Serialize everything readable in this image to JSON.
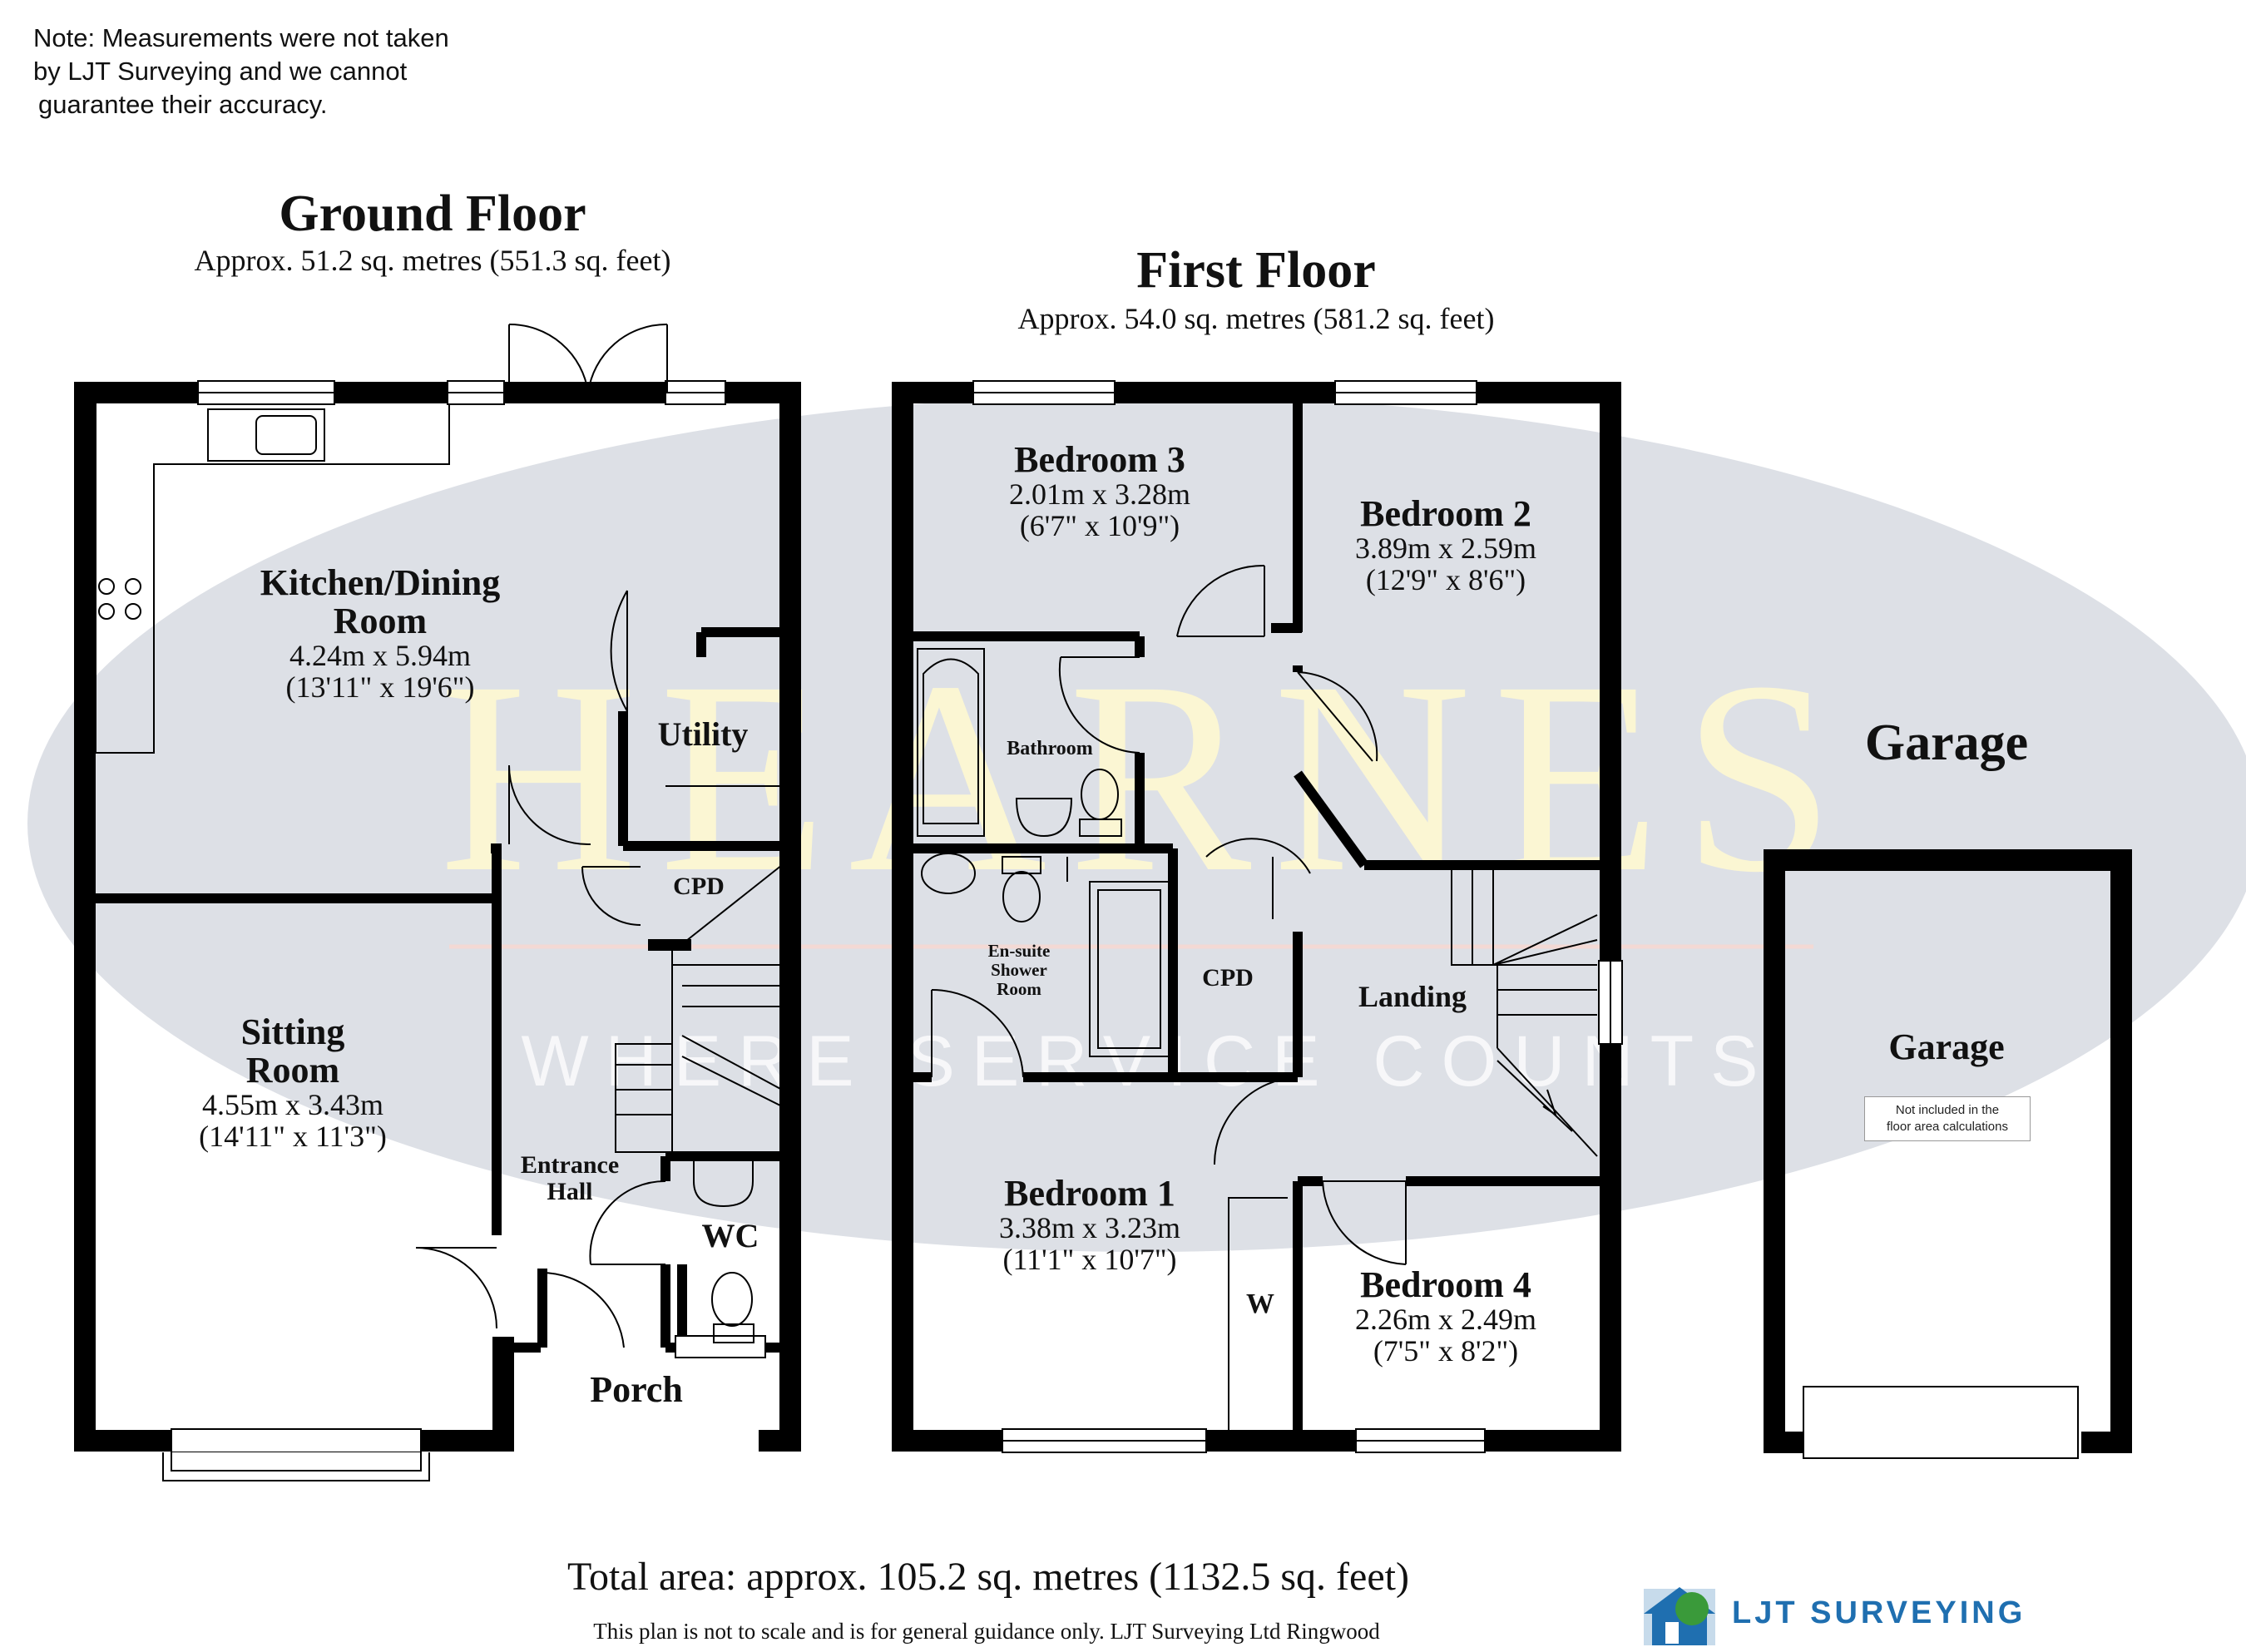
{
  "note": {
    "line1": "Note: Measurements were not taken",
    "line2": "by LJT Surveying and we cannot",
    "line3": "guarantee their accuracy."
  },
  "watermark": {
    "name": "HEARNES",
    "tagline": "WHERE SERVICE COUNTS"
  },
  "ground_floor": {
    "title": "Ground Floor",
    "area": "Approx. 51.2 sq. metres (551.3 sq. feet)",
    "rooms": {
      "kitchen": {
        "name_line1": "Kitchen/Dining",
        "name_line2": "Room",
        "metric": "4.24m x 5.94m",
        "imperial": "(13'11\" x 19'6\")"
      },
      "utility": {
        "name": "Utility"
      },
      "cpd": {
        "name": "CPD"
      },
      "sitting": {
        "name_line1": "Sitting",
        "name_line2": "Room",
        "metric": "4.55m x 3.43m",
        "imperial": "(14'11\" x 11'3\")"
      },
      "hall": {
        "name_line1": "Entrance",
        "name_line2": "Hall"
      },
      "wc": {
        "name": "WC"
      },
      "porch": {
        "name": "Porch"
      }
    }
  },
  "first_floor": {
    "title": "First Floor",
    "area": "Approx. 54.0 sq. metres (581.2 sq. feet)",
    "rooms": {
      "bedroom3": {
        "name": "Bedroom 3",
        "metric": "2.01m x 3.28m",
        "imperial": "(6'7\" x 10'9\")"
      },
      "bedroom2": {
        "name": "Bedroom 2",
        "metric": "3.89m x 2.59m",
        "imperial": "(12'9\" x 8'6\")"
      },
      "bathroom": {
        "name": "Bathroom"
      },
      "ensuite": {
        "name_line1": "En-suite",
        "name_line2": "Shower",
        "name_line3": "Room"
      },
      "cpd": {
        "name": "CPD"
      },
      "landing": {
        "name": "Landing"
      },
      "bedroom1": {
        "name": "Bedroom 1",
        "metric": "3.38m x 3.23m",
        "imperial": "(11'1\" x 10'7\")"
      },
      "wardrobe": {
        "name": "W"
      },
      "bedroom4": {
        "name": "Bedroom 4",
        "metric": "2.26m x 2.49m",
        "imperial": "(7'5\" x 8'2\")"
      }
    }
  },
  "garage": {
    "title": "Garage",
    "room_name": "Garage",
    "note_line1": "Not included in the",
    "note_line2": "floor area calculations"
  },
  "footer": {
    "total": "Total area: approx. 105.2 sq. metres (1132.5 sq. feet)",
    "disclaimer": "This plan is not to scale and is for general guidance only. LJT Surveying Ltd Ringwood"
  },
  "logo": {
    "text": "LJT SURVEYING"
  },
  "colors": {
    "wall": "#000000",
    "watermark_oval": "#dde0e6",
    "watermark_text": "#fbf6d3",
    "logo_blue": "#1f6fb0",
    "logo_green": "#3a9a3a"
  }
}
